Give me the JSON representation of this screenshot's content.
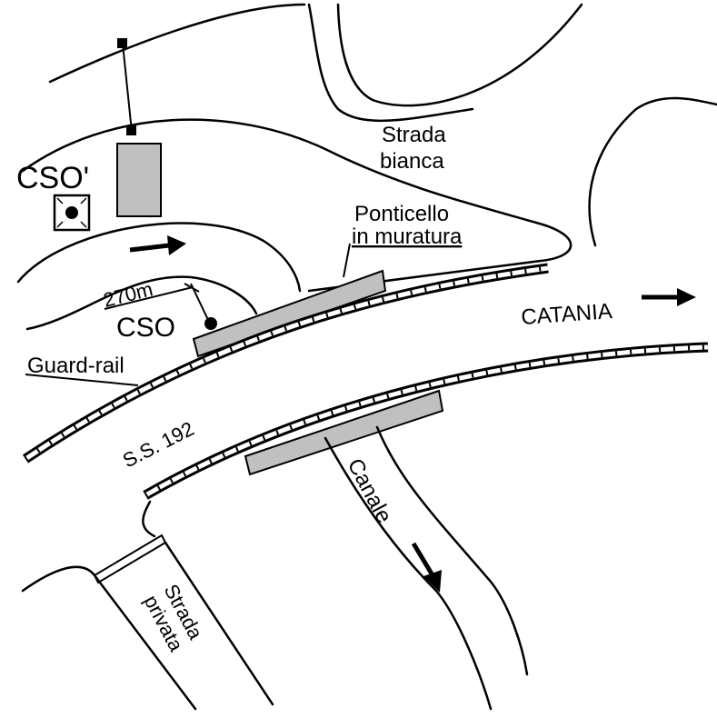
{
  "labels": {
    "strada_bianca_1": "Strada",
    "strada_bianca_2": "bianca",
    "ponticello_1": "Ponticello",
    "ponticello_2": "in muratura",
    "cso_prime": "CSO'",
    "distance": "270m",
    "cso": "CSO",
    "catania": "CATANIA",
    "guard_rail": "Guard-rail",
    "road": "S.S. 192",
    "canale": "Canale",
    "strada_privata_1": "Strada",
    "strada_privata_2": "privata"
  },
  "colors": {
    "line": "#000000",
    "fill_gray": "#c0c0c0",
    "background": "#ffffff"
  },
  "icons": [
    "arrow-icon",
    "sensor-icon",
    "target-icon"
  ]
}
